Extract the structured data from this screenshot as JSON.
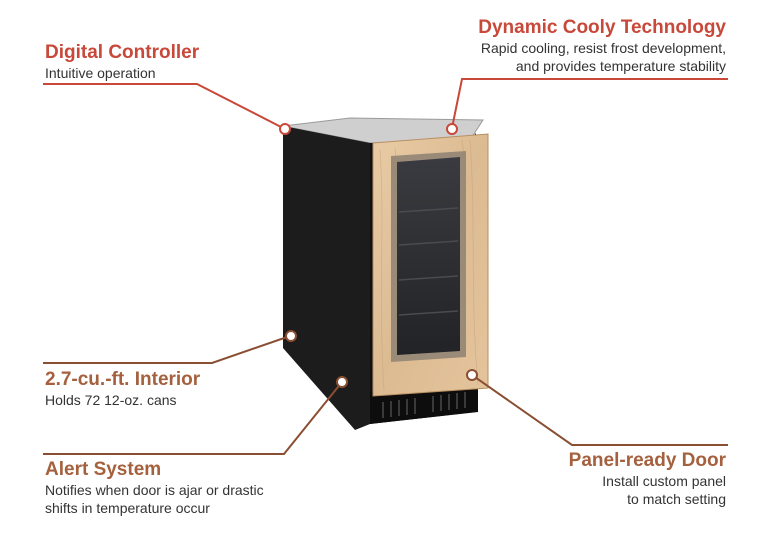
{
  "colors": {
    "callout_red": "#c8483a",
    "callout_brown": "#a5603e",
    "leader_red": "#c8483a",
    "leader_brown": "#8a4f32",
    "cabinet": "#1c1c1c",
    "cabinet_top": "#d0d0d0",
    "door_wood": "#e2c39c",
    "glass": "#2c2d31"
  },
  "callouts": {
    "digital_controller": {
      "title": "Digital Controller",
      "desc": "Intuitive operation"
    },
    "dynamic_cooly": {
      "title": "Dynamic Cooly Technology",
      "desc_line1": "Rapid cooling, resist frost development,",
      "desc_line2": "and provides temperature stability"
    },
    "interior": {
      "title": "2.7-cu.-ft. Interior",
      "desc": "Holds 72 12-oz. cans"
    },
    "alert_system": {
      "title": "Alert System",
      "desc_line1": "Notifies when door is ajar or drastic",
      "desc_line2": "shifts in temperature occur"
    },
    "panel_ready_door": {
      "title": "Panel-ready Door",
      "desc_line1": "Install custom panel",
      "desc_line2": "to match setting"
    }
  },
  "product": {
    "icon": "beverage-center-illustration"
  }
}
